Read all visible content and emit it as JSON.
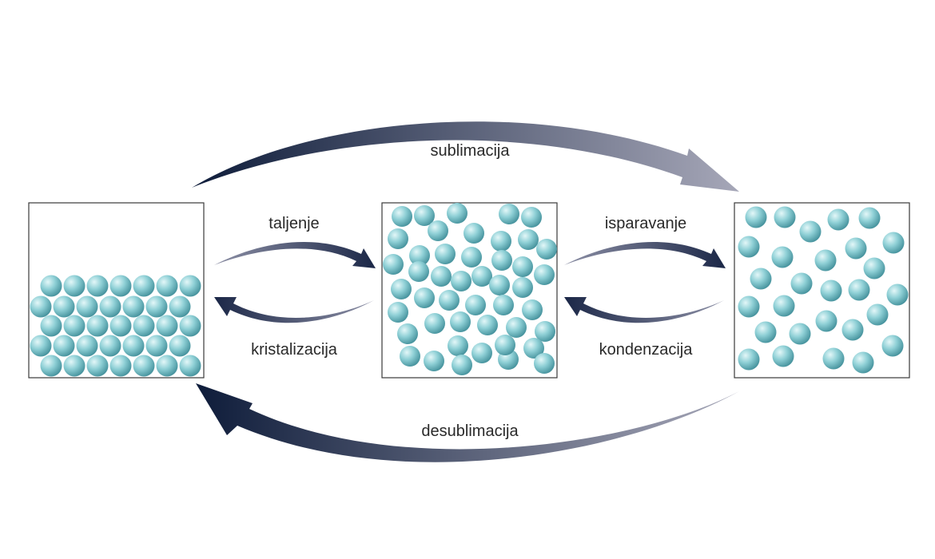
{
  "diagram": {
    "states": [
      {
        "id": "solid"
      },
      {
        "id": "liquid"
      },
      {
        "id": "gas"
      }
    ],
    "transitions": [
      {
        "id": "sublimation",
        "label": "sublimacija",
        "from": "solid",
        "to": "gas"
      },
      {
        "id": "melting",
        "label": "taljenje",
        "from": "solid",
        "to": "liquid"
      },
      {
        "id": "crystallization",
        "label": "kristalizacija",
        "from": "liquid",
        "to": "solid"
      },
      {
        "id": "evaporation",
        "label": "isparavanje",
        "from": "liquid",
        "to": "gas"
      },
      {
        "id": "condensation",
        "label": "kondenzacija",
        "from": "gas",
        "to": "liquid"
      },
      {
        "id": "deposition",
        "label": "desublimacija",
        "from": "gas",
        "to": "solid"
      }
    ],
    "colors": {
      "particle_light": "#e3f7f8",
      "particle_mid": "#8fd0d6",
      "particle_dark": "#3f8d98",
      "arrow_dark": "#0e1c3a",
      "arrow_light": "#a6a7b8",
      "box_border": "#3a3a3a"
    }
  }
}
